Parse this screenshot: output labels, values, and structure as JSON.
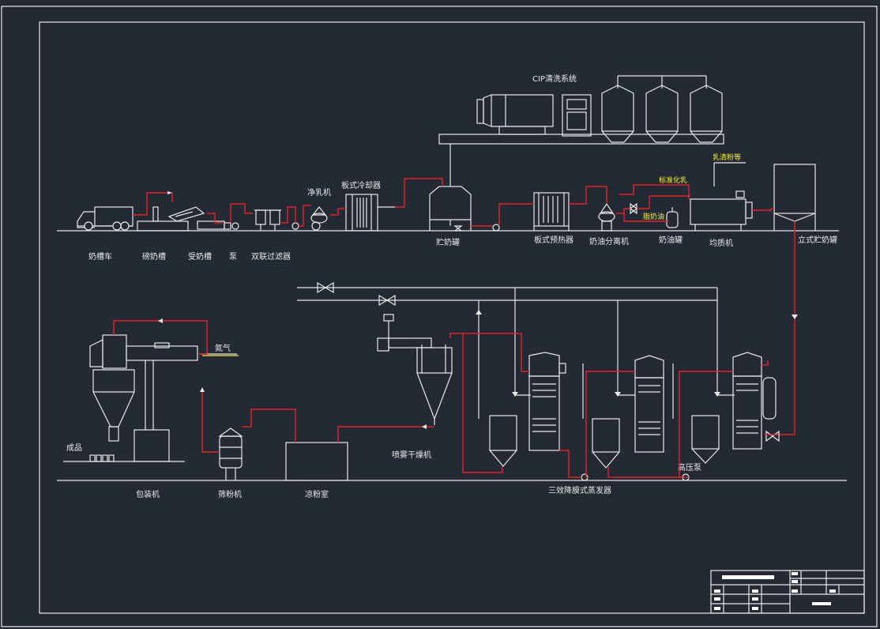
{
  "labels": {
    "cip": "CIP清洗系统",
    "milk_tanker": "奶槽车",
    "weigh_tank": "磅奶槽",
    "receive_tank": "受奶槽",
    "pump": "泵",
    "duplex_filter": "双联过滤器",
    "clarifier": "净乳机",
    "plate_cooler": "板式冷却器",
    "storage_tank": "贮奶罐",
    "plate_preheater": "板式预热器",
    "cream_separator": "奶油分离机",
    "cream_tank": "奶油罐",
    "homogenizer": "均质机",
    "vertical_tank": "立式贮奶罐",
    "whey_powder": "乳清粉等",
    "standardization": "标准化乳",
    "skim_cream": "脂奶油",
    "nitrogen": "氮气",
    "product": "成品",
    "packaging": "包装机",
    "sifter": "筛粉机",
    "cooling_room": "凉粉室",
    "spray_dryer": "喷雾干燥机",
    "high_pressure_pump": "高压泵",
    "evaporator": "三效降膜式蒸发器"
  },
  "colors": {
    "background": "#232a33",
    "line": "#e8e8e8",
    "flow": "#e0232d",
    "note": "#f4ec3c"
  }
}
